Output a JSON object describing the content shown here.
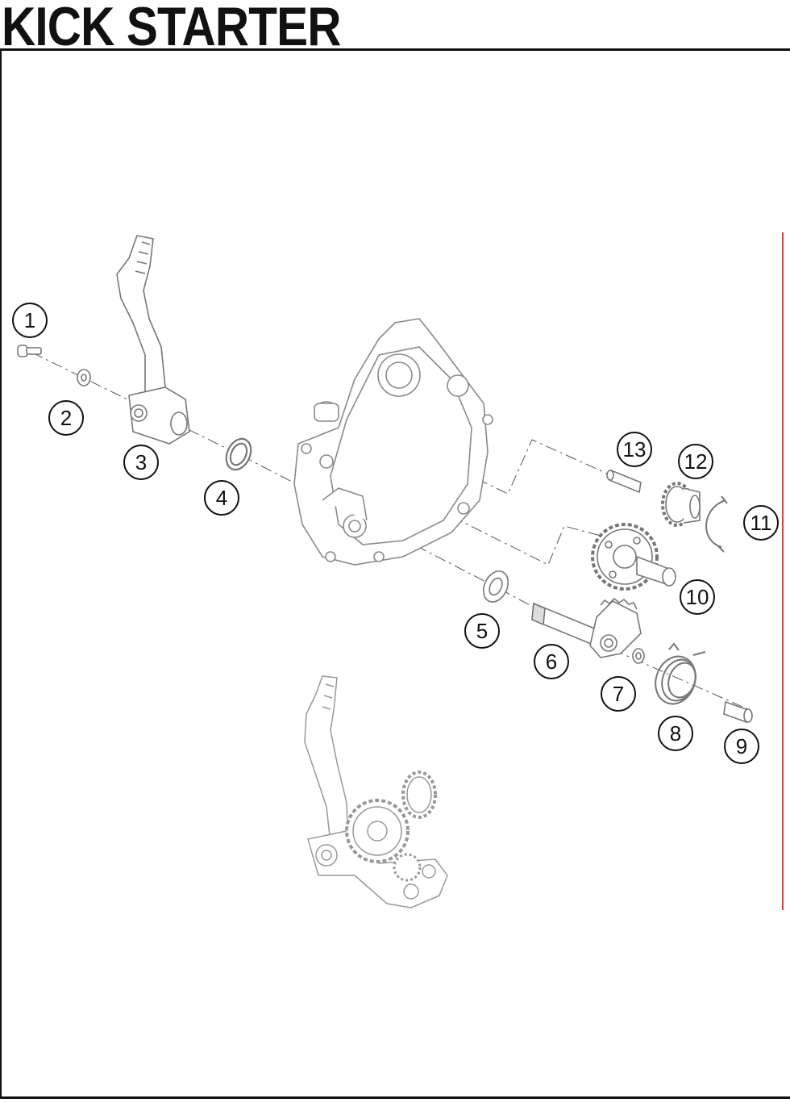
{
  "page": {
    "title": "KICK STARTER"
  },
  "callouts": [
    {
      "part": "screw",
      "label": "1"
    },
    {
      "part": "washer",
      "label": "2"
    },
    {
      "part": "kick-starter-lever",
      "label": "3"
    },
    {
      "part": "shaft-seal-ring",
      "label": "4"
    },
    {
      "part": "thrust-washer",
      "label": "5"
    },
    {
      "part": "kick-starter-shaft",
      "label": "6"
    },
    {
      "part": "washer-small",
      "label": "7"
    },
    {
      "part": "kick-starter-spring",
      "label": "8"
    },
    {
      "part": "spring-bushing",
      "label": "9"
    },
    {
      "part": "intermediate-gear",
      "label": "10"
    },
    {
      "part": "circlip",
      "label": "11"
    },
    {
      "part": "kick-starter-gear",
      "label": "12"
    },
    {
      "part": "pin",
      "label": "13"
    }
  ],
  "colors": {
    "line": "#111111",
    "part_outline": "#777777",
    "accent_line": "#e33a3a"
  }
}
